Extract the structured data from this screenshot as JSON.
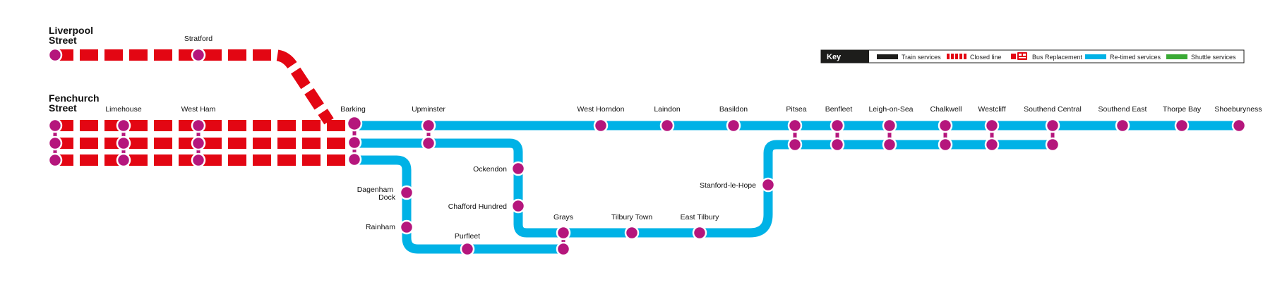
{
  "colors": {
    "closed": "#e30613",
    "retimed": "#00b2e6",
    "train": "#1d1d1b",
    "shuttle": "#3aaa35",
    "station": "#b5167c",
    "station_outline": "#ffffff",
    "key_header_bg": "#1d1d1b"
  },
  "termini": {
    "liverpool_street": [
      "Liverpool",
      "Street"
    ],
    "fenchurch_street": [
      "Fenchurch",
      "Street"
    ]
  },
  "stations": {
    "stratford": "Stratford",
    "limehouse": "Limehouse",
    "west_ham": "West Ham",
    "barking": "Barking",
    "upminster": "Upminster",
    "west_horndon": "West Horndon",
    "laindon": "Laindon",
    "basildon": "Basildon",
    "pitsea": "Pitsea",
    "benfleet": "Benfleet",
    "leigh_on_sea": "Leigh-on-Sea",
    "chalkwell": "Chalkwell",
    "westcliff": "Westcliff",
    "southend_central": "Southend Central",
    "southend_east": "Southend East",
    "thorpe_bay": "Thorpe Bay",
    "shoeburyness": "Shoeburyness",
    "ockendon": "Ockendon",
    "chafford_hundred": "Chafford Hundred",
    "dagenham_dock": [
      "Dagenham",
      "Dock"
    ],
    "rainham": "Rainham",
    "purfleet": "Purfleet",
    "grays": "Grays",
    "tilbury_town": "Tilbury Town",
    "east_tilbury": "East Tilbury",
    "stanford_le_hope": "Stanford-le-Hope"
  },
  "key": {
    "title": "Key",
    "items": [
      {
        "label": "Train services",
        "style": "train",
        "icon": "train-line-swatch"
      },
      {
        "label": "Closed line",
        "style": "closed",
        "icon": "closed-line-swatch"
      },
      {
        "label": "Bus Replacement",
        "style": "bus",
        "icon": "bus-icon"
      },
      {
        "label": "Re-timed services",
        "style": "retimed",
        "icon": "retimed-line-swatch"
      },
      {
        "label": "Shuttle services",
        "style": "shuttle",
        "icon": "shuttle-line-swatch"
      }
    ]
  }
}
